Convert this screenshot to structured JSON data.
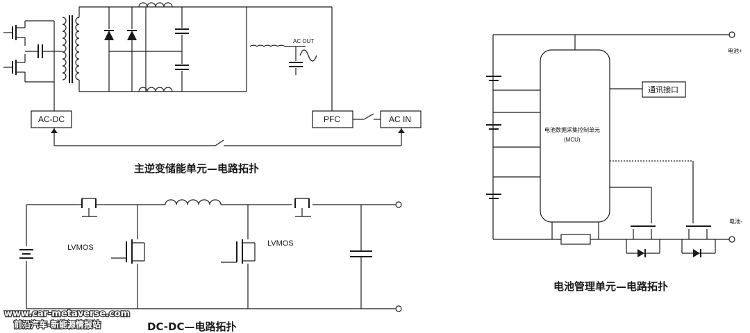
{
  "diagram": {
    "inverter": {
      "caption": "主逆变储能单元—电路拓扑",
      "acdc_label": "AC-DC",
      "pfc_label": "PFC",
      "acin_label": "AC IN",
      "acout_label": "AC OUT"
    },
    "dcdc": {
      "caption": "DC-DC—电路拓扑",
      "mos_left_label": "LVMOS",
      "mos_right_label": "LVMOS"
    },
    "bms": {
      "caption": "电池管理单元—电路拓扑",
      "controller_line1": "电池数据采集控制单元",
      "controller_line2": "(MCU)",
      "comm_label": "通讯接口",
      "term_pos_label": "电池+",
      "term_neg_label": "电池-"
    },
    "watermark": {
      "url": "www.car-metaverse.com",
      "subtitle": "前沿汽车-新能源情报站"
    }
  }
}
